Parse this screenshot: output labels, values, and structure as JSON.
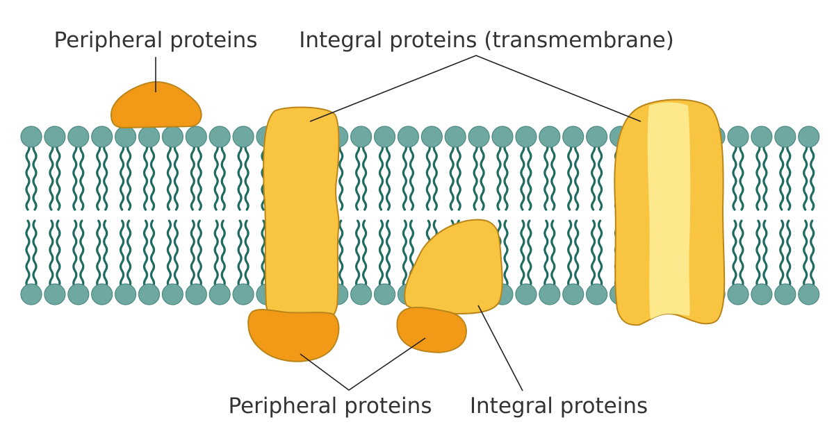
{
  "labels": {
    "peripheral_top": "Peripheral proteins",
    "integral_transmembrane": "Integral proteins (transmembrane)",
    "peripheral_bottom": "Peripheral proteins",
    "integral_bottom": "Integral proteins"
  },
  "colors": {
    "background": "#ffffff",
    "phospholipid_head": "#6fa8a1",
    "phospholipid_head_outline": "#4d8a83",
    "phospholipid_tail": "#1f6b60",
    "integral_protein": "#f9c440",
    "integral_protein_highlight": "#fde98b",
    "peripheral_protein": "#f29a17",
    "leader_line": "#222222",
    "label_text": "#333333"
  }
}
